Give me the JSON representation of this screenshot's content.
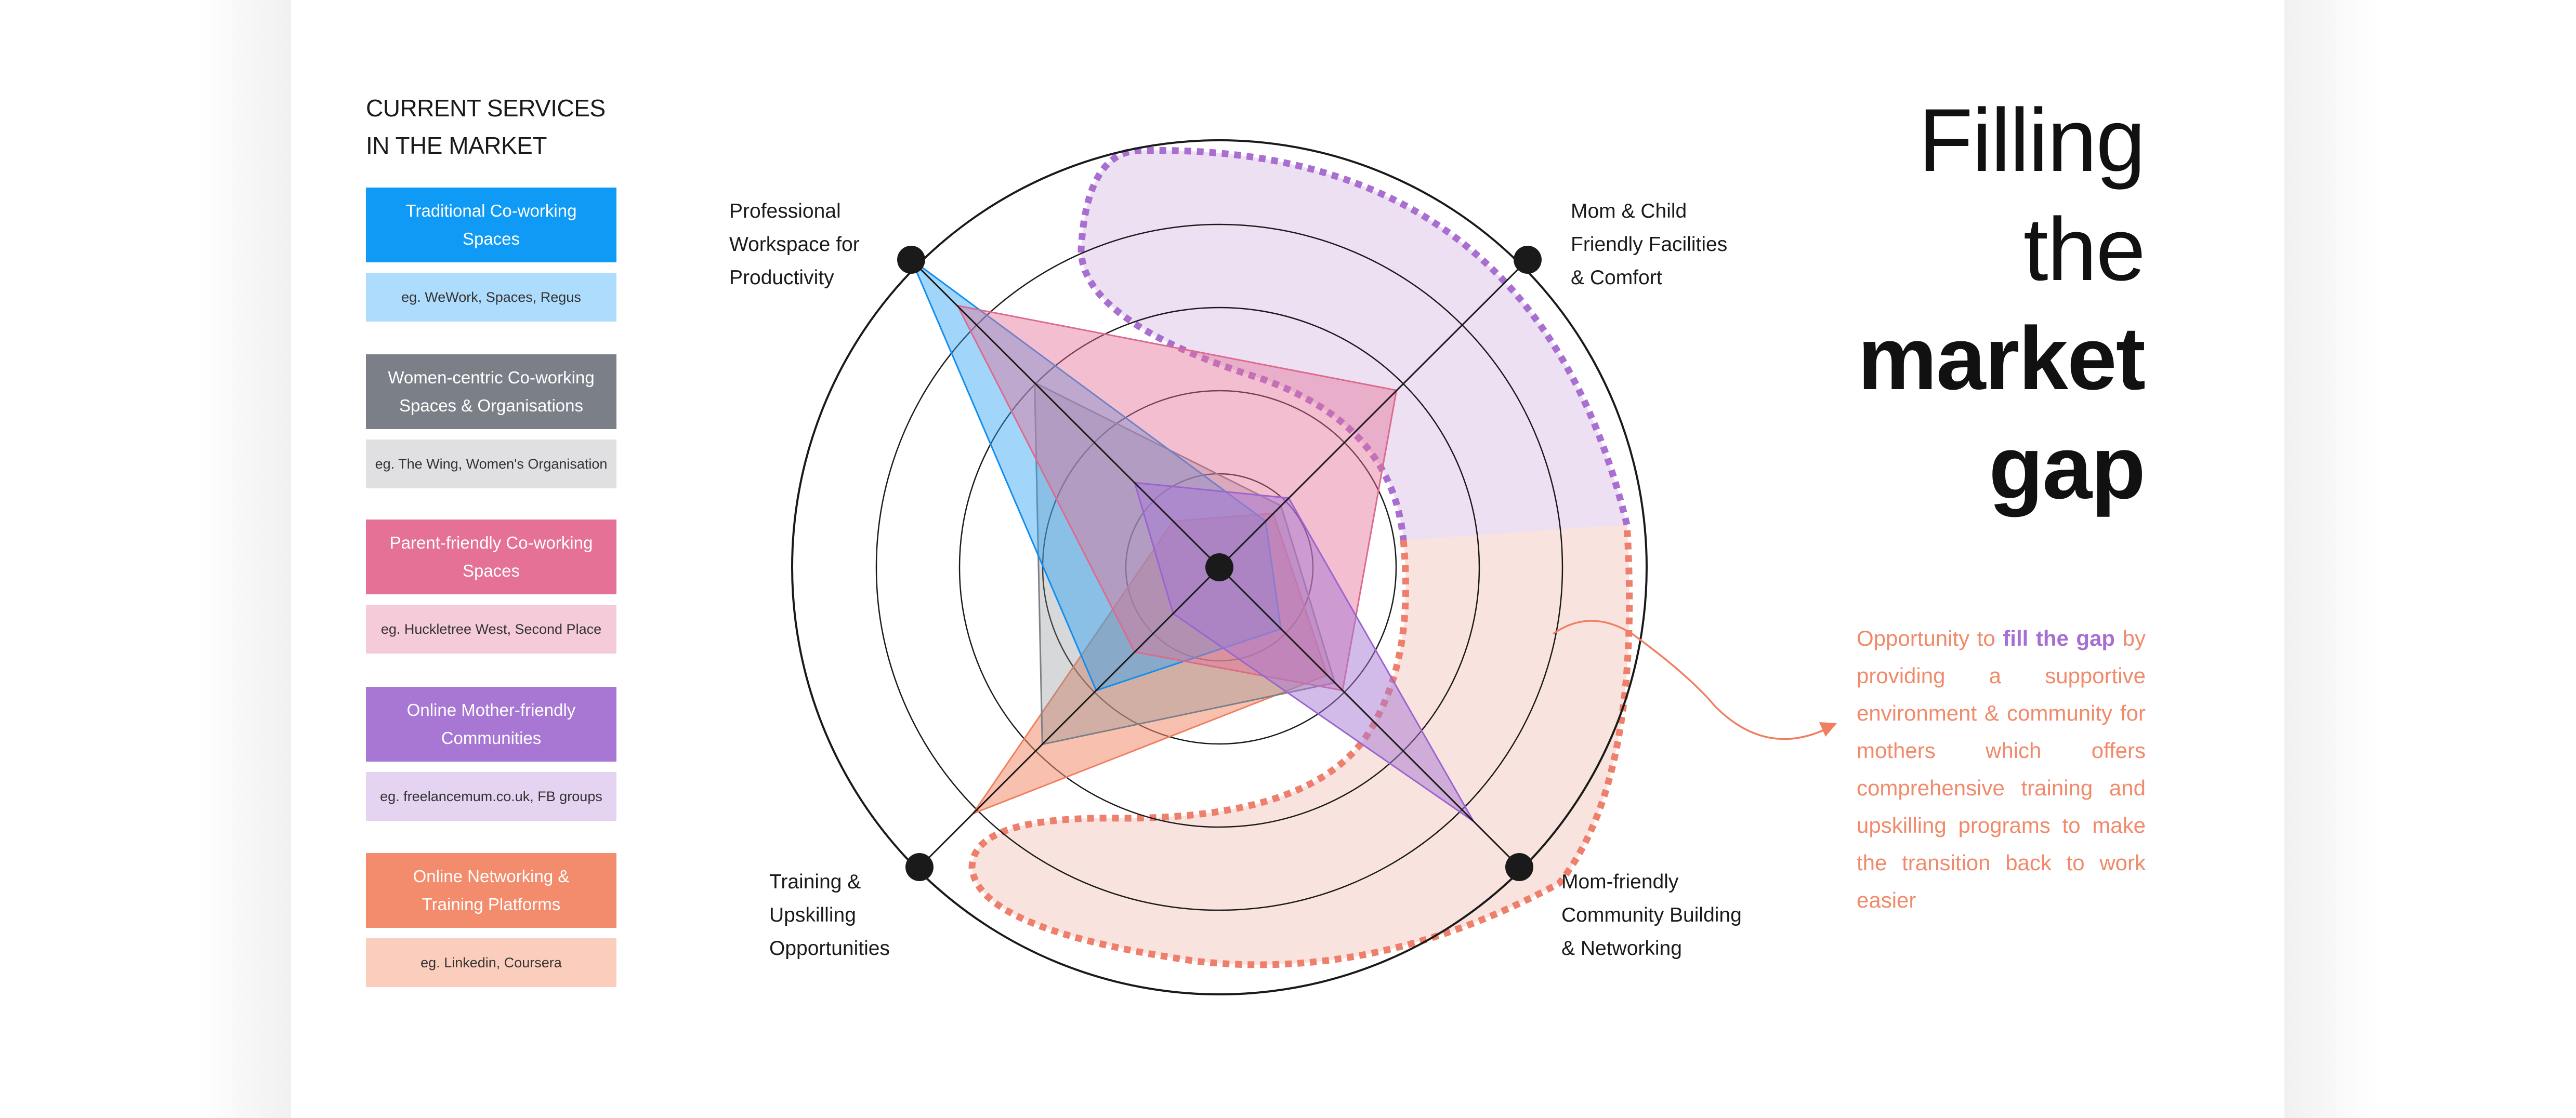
{
  "heading": {
    "line1": "CURRENT SERVICES",
    "line2": "IN THE MARKET"
  },
  "services": [
    {
      "name_line1": "Traditional Co-working",
      "name_line2": "Spaces",
      "example": "eg. WeWork, Spaces, Regus",
      "color": "#0f9bf5",
      "light": "#aedcfc"
    },
    {
      "name_line1": "Women-centric Co-working",
      "name_line2": "Spaces & Organisations",
      "example": "eg. The Wing, Women's Organisation",
      "color": "#7b8088",
      "light": "#e0e0e2"
    },
    {
      "name_line1": "Parent-friendly Co-working",
      "name_line2": "Spaces",
      "example": "eg. Huckletree West, Second Place",
      "color": "#e57196",
      "light": "#f6cbd9"
    },
    {
      "name_line1": "Online Mother-friendly",
      "name_line2": "Communities",
      "example": "eg. freelancemum.co.uk, FB groups",
      "color": "#a877d4",
      "light": "#e4d4f2"
    },
    {
      "name_line1": "Online Networking &",
      "name_line2": "Training Platforms",
      "example": "eg. Linkedin, Coursera",
      "color": "#f38c6c",
      "light": "#fbcdbc"
    }
  ],
  "axes": {
    "top_left": {
      "line1": "Professional",
      "line2": "Workspace for",
      "line3": "Productivity"
    },
    "top_right": {
      "line1": "Mom & Child",
      "line2": "Friendly Facilities",
      "line3": "& Comfort"
    },
    "bottom_left": {
      "line1": "Training &",
      "line2": "Upskilling",
      "line3": "Opportunities"
    },
    "bottom_right": {
      "line1": "Mom-friendly",
      "line2": "Community Building",
      "line3": "& Networking"
    }
  },
  "title": {
    "line1": "Filling",
    "line2": "the",
    "line3": "market",
    "line4": "gap"
  },
  "opportunity": {
    "prefix": "Opportunity to",
    "highlight": "fill the gap",
    "suffix": "by providing a supportive environment & community for mothers which offers comprehensive training and upskilling programs to make the transition back to work easier"
  },
  "chart_data": {
    "type": "radar",
    "axes": [
      "Professional Workspace for Productivity",
      "Mom & Child Friendly Facilities & Comfort",
      "Mom-friendly Community Building & Networking",
      "Training & Upskilling Opportunities"
    ],
    "levels": 4,
    "rmax": 4,
    "series": [
      {
        "name": "Traditional Co-working Spaces",
        "values": [
          4,
          0.6,
          0.8,
          1.6
        ]
      },
      {
        "name": "Women-centric Co-working Spaces & Organisations",
        "values": [
          2.4,
          0.8,
          1.5,
          2.3
        ]
      },
      {
        "name": "Parent-friendly Co-working Spaces",
        "values": [
          3.4,
          2.3,
          1.6,
          1.1
        ]
      },
      {
        "name": "Online Mother-friendly Communities",
        "values": [
          1.1,
          0.9,
          3.3,
          0.6
        ]
      },
      {
        "name": "Online Networking & Training Platforms",
        "values": [
          0.6,
          0.7,
          1.4,
          3.2
        ]
      }
    ]
  }
}
